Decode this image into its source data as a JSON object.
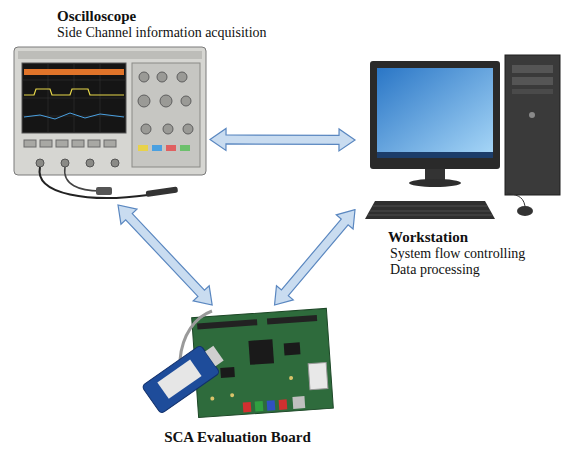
{
  "diagram": {
    "nodes": [
      {
        "text": [
          "Oscilloscope",
          "Side Channel information acquisition"
        ]
      },
      {
        "text": [
          "Workstation",
          "System flow controlling",
          "Data processing"
        ]
      },
      {
        "text": [
          "SCA Evaluation Board"
        ]
      }
    ],
    "edges": [
      {
        "from": 0,
        "to": 1,
        "arrow": "both"
      },
      {
        "from": 0,
        "to": 2,
        "arrow": "both"
      },
      {
        "from": 1,
        "to": 2,
        "arrow": "both"
      }
    ]
  }
}
